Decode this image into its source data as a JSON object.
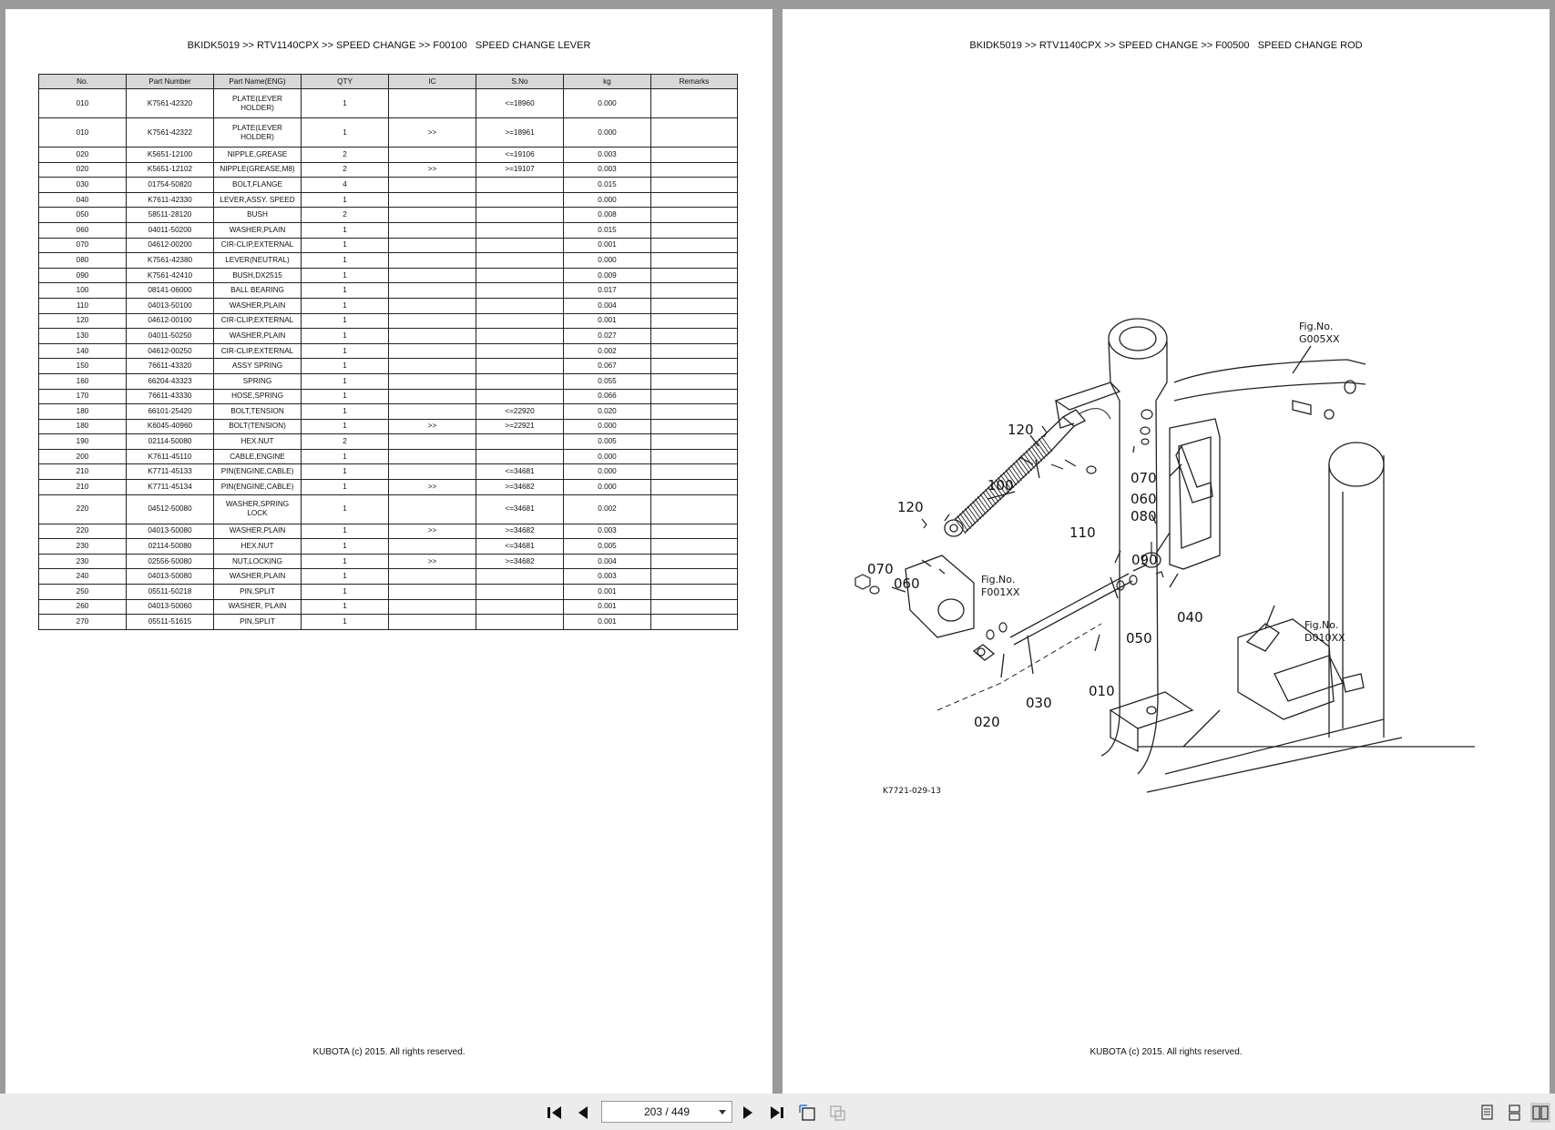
{
  "left_page": {
    "breadcrumb": "BKIDK5019 >> RTV1140CPX >> SPEED CHANGE >> F00100   SPEED CHANGE LEVER",
    "footer": "KUBOTA (c) 2015. All rights reserved.",
    "columns": [
      "No.",
      "Part Number",
      "Part Name(ENG)",
      "QTY",
      "IC",
      "S.No",
      "kg",
      "Remarks"
    ],
    "rows": [
      {
        "no": "010",
        "part": "K7561-42320",
        "name": "PLATE(LEVER\nHOLDER)",
        "qty": "1",
        "ic": "",
        "sno": "<=18960",
        "kg": "0.000",
        "remarks": ""
      },
      {
        "no": "010",
        "part": "K7561-42322",
        "name": "PLATE(LEVER\nHOLDER)",
        "qty": "1",
        "ic": ">>",
        "sno": ">=18961",
        "kg": "0.000",
        "remarks": ""
      },
      {
        "no": "020",
        "part": "K5651-12100",
        "name": "NIPPLE,GREASE",
        "qty": "2",
        "ic": "",
        "sno": "<=19106",
        "kg": "0.003",
        "remarks": ""
      },
      {
        "no": "020",
        "part": "K5651-12102",
        "name": "NIPPLE(GREASE,M8)",
        "qty": "2",
        "ic": ">>",
        "sno": ">=19107",
        "kg": "0.003",
        "remarks": ""
      },
      {
        "no": "030",
        "part": "01754-50820",
        "name": "BOLT,FLANGE",
        "qty": "4",
        "ic": "",
        "sno": "",
        "kg": "0.015",
        "remarks": ""
      },
      {
        "no": "040",
        "part": "K7611-42330",
        "name": "LEVER,ASSY. SPEED",
        "qty": "1",
        "ic": "",
        "sno": "",
        "kg": "0.000",
        "remarks": ""
      },
      {
        "no": "050",
        "part": "58511-28120",
        "name": "BUSH",
        "qty": "2",
        "ic": "",
        "sno": "",
        "kg": "0.008",
        "remarks": ""
      },
      {
        "no": "060",
        "part": "04011-50200",
        "name": "WASHER,PLAIN",
        "qty": "1",
        "ic": "",
        "sno": "",
        "kg": "0.015",
        "remarks": ""
      },
      {
        "no": "070",
        "part": "04612-00200",
        "name": "CIR-CLIP,EXTERNAL",
        "qty": "1",
        "ic": "",
        "sno": "",
        "kg": "0.001",
        "remarks": ""
      },
      {
        "no": "080",
        "part": "K7561-42380",
        "name": "LEVER(NEUTRAL)",
        "qty": "1",
        "ic": "",
        "sno": "",
        "kg": "0.000",
        "remarks": ""
      },
      {
        "no": "090",
        "part": "K7561-42410",
        "name": "BUSH,DX2515",
        "qty": "1",
        "ic": "",
        "sno": "",
        "kg": "0.009",
        "remarks": ""
      },
      {
        "no": "100",
        "part": "08141-06000",
        "name": "BALL BEARING",
        "qty": "1",
        "ic": "",
        "sno": "",
        "kg": "0.017",
        "remarks": ""
      },
      {
        "no": "110",
        "part": "04013-50100",
        "name": "WASHER,PLAIN",
        "qty": "1",
        "ic": "",
        "sno": "",
        "kg": "0.004",
        "remarks": ""
      },
      {
        "no": "120",
        "part": "04612-00100",
        "name": "CIR-CLIP,EXTERNAL",
        "qty": "1",
        "ic": "",
        "sno": "",
        "kg": "0.001",
        "remarks": ""
      },
      {
        "no": "130",
        "part": "04011-50250",
        "name": "WASHER,PLAIN",
        "qty": "1",
        "ic": "",
        "sno": "",
        "kg": "0.027",
        "remarks": ""
      },
      {
        "no": "140",
        "part": "04612-00250",
        "name": "CIR-CLIP,EXTERNAL",
        "qty": "1",
        "ic": "",
        "sno": "",
        "kg": "0.002",
        "remarks": ""
      },
      {
        "no": "150",
        "part": "76611-43320",
        "name": "ASSY SPRING",
        "qty": "1",
        "ic": "",
        "sno": "",
        "kg": "0.067",
        "remarks": ""
      },
      {
        "no": "160",
        "part": "66204-43323",
        "name": "SPRING",
        "qty": "1",
        "ic": "",
        "sno": "",
        "kg": "0.055",
        "remarks": ""
      },
      {
        "no": "170",
        "part": "76611-43330",
        "name": "HOSE,SPRING",
        "qty": "1",
        "ic": "",
        "sno": "",
        "kg": "0.066",
        "remarks": ""
      },
      {
        "no": "180",
        "part": "66101-25420",
        "name": "BOLT,TENSION",
        "qty": "1",
        "ic": "",
        "sno": "<=22920",
        "kg": "0.020",
        "remarks": ""
      },
      {
        "no": "180",
        "part": "K6045-40960",
        "name": "BOLT(TENSION)",
        "qty": "1",
        "ic": ">>",
        "sno": ">=22921",
        "kg": "0.000",
        "remarks": ""
      },
      {
        "no": "190",
        "part": "02114-50080",
        "name": "HEX.NUT",
        "qty": "2",
        "ic": "",
        "sno": "",
        "kg": "0.005",
        "remarks": ""
      },
      {
        "no": "200",
        "part": "K7611-45110",
        "name": "CABLE,ENGINE",
        "qty": "1",
        "ic": "",
        "sno": "",
        "kg": "0.000",
        "remarks": ""
      },
      {
        "no": "210",
        "part": "K7711-45133",
        "name": "PIN(ENGINE,CABLE)",
        "qty": "1",
        "ic": "",
        "sno": "<=34681",
        "kg": "0.000",
        "remarks": ""
      },
      {
        "no": "210",
        "part": "K7711-45134",
        "name": "PIN(ENGINE,CABLE)",
        "qty": "1",
        "ic": ">>",
        "sno": ">=34682",
        "kg": "0.000",
        "remarks": ""
      },
      {
        "no": "220",
        "part": "04512-50080",
        "name": "WASHER,SPRING\nLOCK",
        "qty": "1",
        "ic": "",
        "sno": "<=34681",
        "kg": "0.002",
        "remarks": ""
      },
      {
        "no": "220",
        "part": "04013-50080",
        "name": "WASHER,PLAIN",
        "qty": "1",
        "ic": ">>",
        "sno": ">=34682",
        "kg": "0.003",
        "remarks": ""
      },
      {
        "no": "230",
        "part": "02114-50080",
        "name": "HEX.NUT",
        "qty": "1",
        "ic": "",
        "sno": "<=34681",
        "kg": "0.005",
        "remarks": ""
      },
      {
        "no": "230",
        "part": "02556-50080",
        "name": "NUT,LOCKING",
        "qty": "1",
        "ic": ">>",
        "sno": ">=34682",
        "kg": "0.004",
        "remarks": ""
      },
      {
        "no": "240",
        "part": "04013-50080",
        "name": "WASHER,PLAIN",
        "qty": "1",
        "ic": "",
        "sno": "",
        "kg": "0.003",
        "remarks": ""
      },
      {
        "no": "250",
        "part": "05511-50218",
        "name": "PIN,SPLIT",
        "qty": "1",
        "ic": "",
        "sno": "",
        "kg": "0.001",
        "remarks": ""
      },
      {
        "no": "260",
        "part": "04013-50060",
        "name": "WASHER, PLAIN",
        "qty": "1",
        "ic": "",
        "sno": "",
        "kg": "0.001",
        "remarks": ""
      },
      {
        "no": "270",
        "part": "05511-51615",
        "name": "PIN,SPLIT",
        "qty": "1",
        "ic": "",
        "sno": "",
        "kg": "0.001",
        "remarks": ""
      }
    ]
  },
  "right_page": {
    "breadcrumb": "BKIDK5019 >> RTV1140CPX >> SPEED CHANGE >> F00500   SPEED CHANGE ROD",
    "footer": "KUBOTA (c) 2015. All rights reserved.",
    "diagram": {
      "callouts": [
        "120",
        "100",
        "120",
        "110",
        "070",
        "060",
        "080",
        "090",
        "070",
        "060",
        "040",
        "050",
        "030",
        "010",
        "020"
      ],
      "fig_refs": {
        "g005": {
          "label": "Fig.No.",
          "code": "G005XX"
        },
        "f001": {
          "label": "Fig.No.",
          "code": "F001XX"
        },
        "d010": {
          "label": "Fig.No.",
          "code": "D010XX"
        }
      },
      "drawing_id": "K7721-029-13"
    }
  },
  "toolbar": {
    "page_indicator": "203 / 449",
    "icons": [
      "first-page-icon",
      "previous-page-icon",
      "next-page-icon",
      "last-page-icon",
      "fit-page-icon",
      "fit-width-icon",
      "single-page-view-icon",
      "continuous-view-icon",
      "two-page-view-icon"
    ]
  }
}
